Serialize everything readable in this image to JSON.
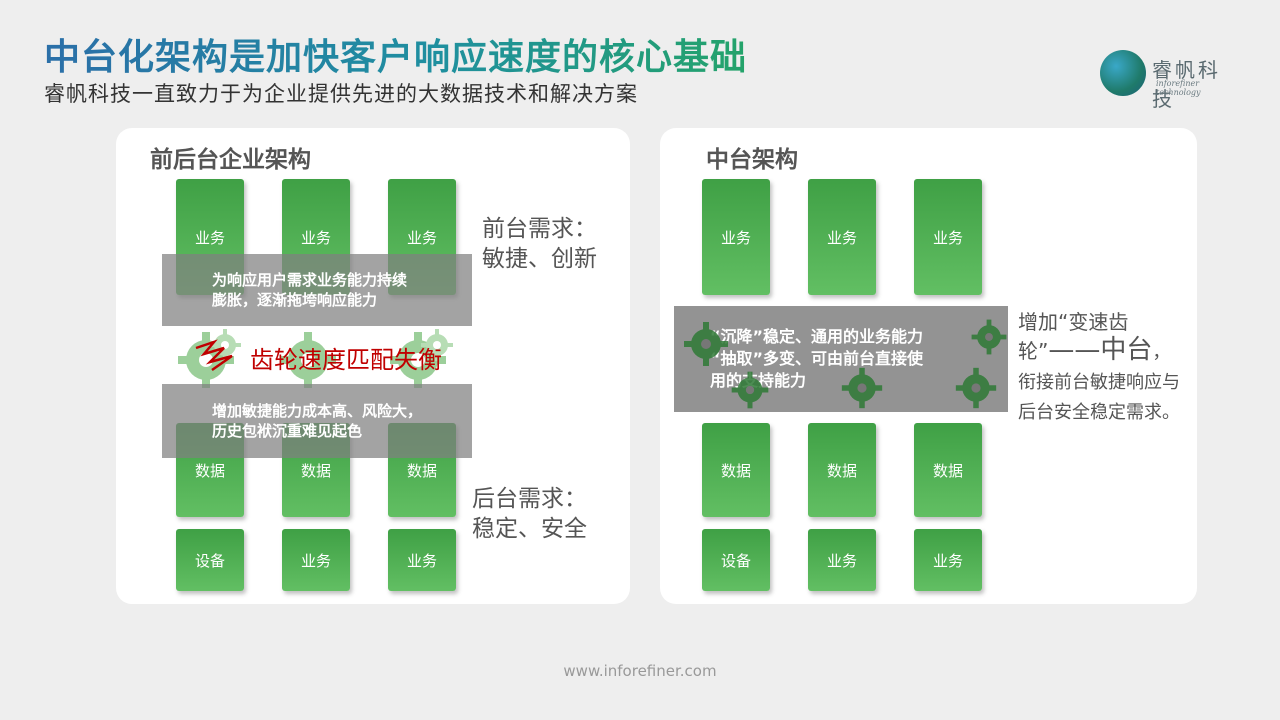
{
  "header": {
    "title": "中台化架构是加快客户响应速度的核心基础",
    "subtitle": "睿帆科技一直致力于为企业提供先进的大数据技术和解决方案"
  },
  "logo": {
    "name": "睿帆科技",
    "tagline": "inforefiner technology"
  },
  "left_panel": {
    "title": "前后台企业架构",
    "top_boxes": [
      "业务",
      "业务",
      "业务"
    ],
    "data_boxes": [
      "数据",
      "数据",
      "数据"
    ],
    "bottom_boxes": [
      "设备",
      "业务",
      "业务"
    ],
    "band_top_line1": "为响应用户需求业务能力持续",
    "band_top_line2": "膨胀，逐渐拖垮响应能力",
    "warning": "齿轮速度匹配失衡",
    "band_bottom_line1": "增加敏捷能力成本高、风险大，",
    "band_bottom_line2": "历史包袱沉重难见起色",
    "front_need_line1": "前台需求：",
    "front_need_line2": "敏捷、创新",
    "back_need_line1": "后台需求：",
    "back_need_line2": "稳定、安全"
  },
  "right_panel": {
    "title": "中台架构",
    "top_boxes": [
      "业务",
      "业务",
      "业务"
    ],
    "data_boxes": [
      "数据",
      "数据",
      "数据"
    ],
    "bottom_boxes": [
      "设备",
      "业务",
      "业务"
    ],
    "band_line1": "“沉降”稳定、通用的业务能力",
    "band_line2": "“抽取”多变、可由前台直接使",
    "band_line3": "用的支持能力",
    "note_part1": "增加“变速齿轮”",
    "note_part2": "——中台",
    "note_part3": "，衔接前台敏捷响应与后台安全稳定需求。"
  },
  "footer": {
    "url": "www.inforefiner.com"
  },
  "colors": {
    "accent_green": "#4caf50",
    "warning_red": "#c00000",
    "band_gray": "#808080"
  }
}
